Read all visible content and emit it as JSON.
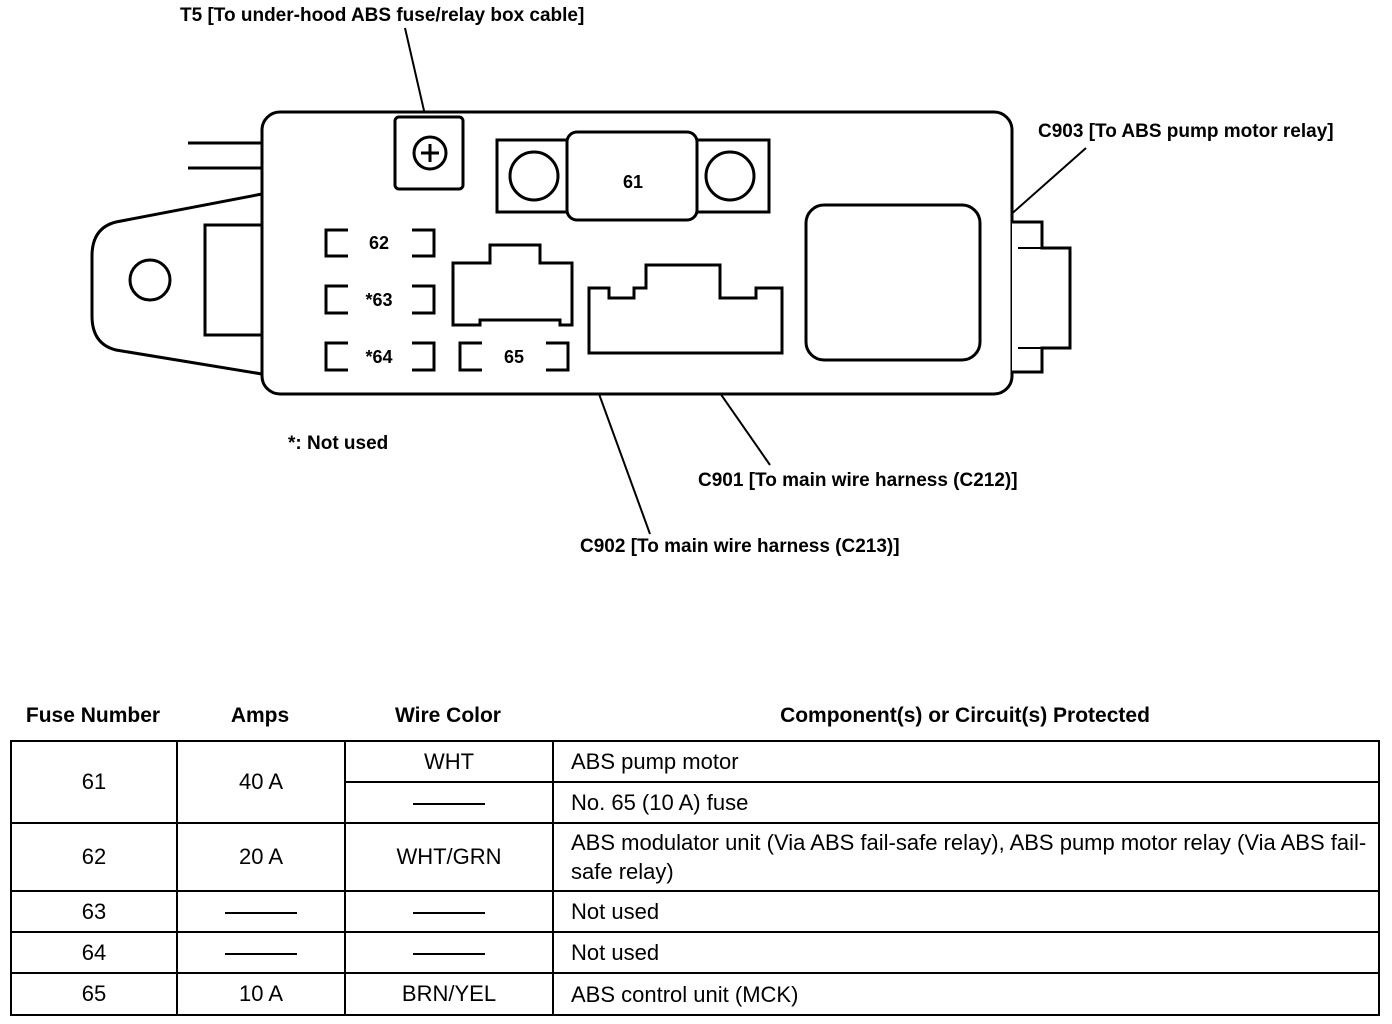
{
  "diagram": {
    "callouts": {
      "t5": "T5 [To under-hood ABS fuse/relay box cable]",
      "c903": "C903 [To ABS pump motor relay]",
      "c901": "C901 [To main wire harness (C212)]",
      "c902": "C902 [To main wire harness (C213)]",
      "not_used_note": "*: Not used"
    },
    "fuse_labels": {
      "f61": "61",
      "f62": "62",
      "f63": "*63",
      "f64": "*64",
      "f65": "65"
    }
  },
  "table": {
    "headers": {
      "fuse_number": "Fuse Number",
      "amps": "Amps",
      "wire_color": "Wire Color",
      "component": "Component(s) or Circuit(s) Protected"
    },
    "rows": [
      {
        "fuse": "61",
        "amps": "40 A",
        "wire_color": "WHT",
        "component": "ABS pump motor"
      },
      {
        "fuse": "61",
        "amps": "40 A",
        "wire_color": "———",
        "component": "No. 65 (10 A) fuse"
      },
      {
        "fuse": "62",
        "amps": "20 A",
        "wire_color": "WHT/GRN",
        "component": "ABS modulator unit (Via ABS fail-safe relay), ABS pump motor relay (Via ABS fail-safe relay)"
      },
      {
        "fuse": "63",
        "amps": "———",
        "wire_color": "———",
        "component": "Not used"
      },
      {
        "fuse": "64",
        "amps": "———",
        "wire_color": "———",
        "component": "Not used"
      },
      {
        "fuse": "65",
        "amps": "10 A",
        "wire_color": "BRN/YEL",
        "component": "ABS control unit (MCK)"
      }
    ]
  }
}
